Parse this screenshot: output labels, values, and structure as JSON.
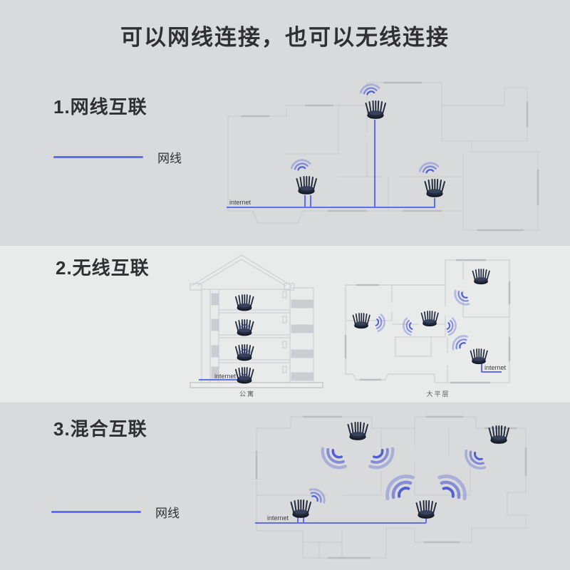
{
  "title": "可以网线连接，也可以无线连接",
  "sections": {
    "wired": {
      "heading": "1.网线互联",
      "legend_label": "网线",
      "internet_label": "internet"
    },
    "wireless": {
      "heading": "2.无线互联",
      "apartment": {
        "caption": "公寓",
        "internet_label": "internet"
      },
      "flat": {
        "caption": "大平层",
        "internet_label": "internet"
      }
    },
    "hybrid": {
      "heading": "3.混合互联",
      "legend_label": "网线",
      "internet_label": "internet"
    }
  },
  "icons": {
    "router": "mesh-router-icon",
    "wifi": "wifi-signal-icon",
    "cable": "ethernet-cable-line"
  },
  "colors": {
    "band": "#d9dadb",
    "band_light": "#e9eaea",
    "wire": "#5f6df0",
    "wifi": "#4b58d4",
    "plan": "#c3c5c9",
    "plan_strong": "#b4b6bb",
    "text": "#303032",
    "text_soft": "#5a5b5e",
    "router_dark": "#161b28",
    "router_mid": "#232b3d",
    "router_light": "#3a4560"
  }
}
